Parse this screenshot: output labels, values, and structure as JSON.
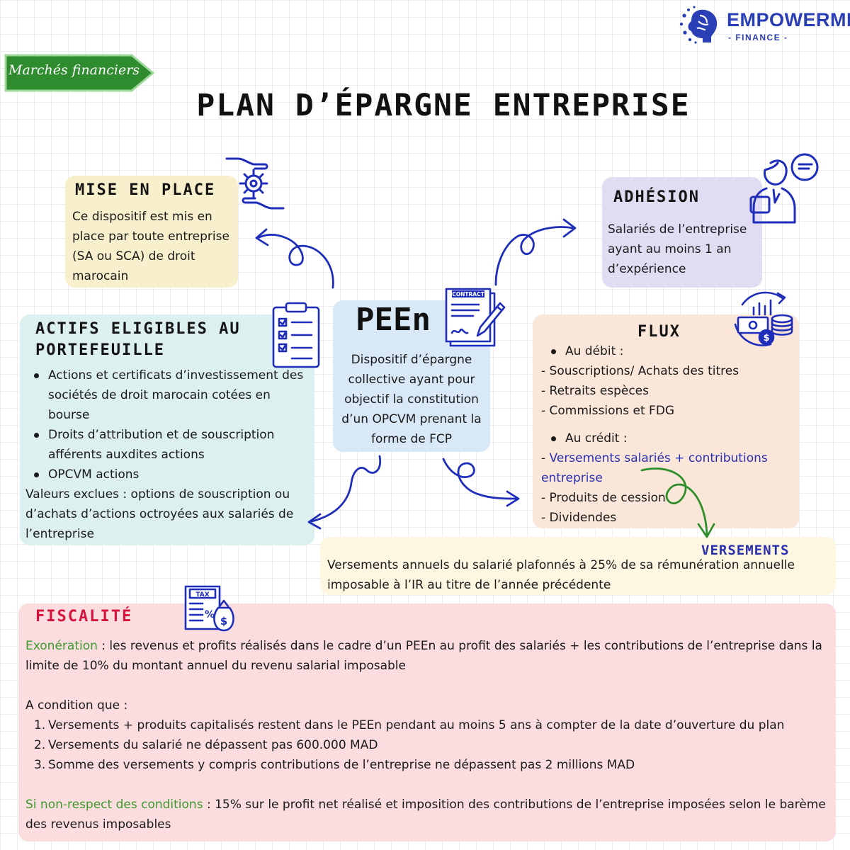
{
  "brand": {
    "name": "EMPOWERME",
    "sub": "- FINANCE -",
    "logo_icon": "brain-circuit-icon",
    "color": "#2a3fb5"
  },
  "category_tag": {
    "label": "Marchés financiers",
    "color": "#2e8b2e"
  },
  "page_title": "PLAN D’ÉPARGNE ENTREPRISE",
  "center": {
    "title": "PEEn",
    "description": "Dispositif d’épargne collective ayant pour objectif la constitution d’un OPCVM prenant la forme de FCP",
    "icon": "contract-pen-icon",
    "icon_label": "CONTRACT",
    "color": "#d9e8f7"
  },
  "mise_en_place": {
    "title": "MISE EN PLACE",
    "text": "Ce dispositif est mis en place par toute entreprise (SA ou SCA) de droit marocain",
    "icon": "hands-gear-icon",
    "color": "#f8f0cc"
  },
  "adhesion": {
    "title": "ADHÉSION",
    "text": "Salariés de l’entreprise ayant au moins 1 an d’expérience",
    "icon": "employee-chat-icon",
    "color": "#e2dcf2"
  },
  "actifs": {
    "title_line1": "ACTIFS ELIGIBLES AU",
    "title_line2": "PORTEFEUILLE",
    "items": [
      "Actions et certificats d’investissement des sociétés de droit marocain cotées en bourse",
      "Droits d’attribution et de souscription afférents auxdites actions",
      "OPCVM actions"
    ],
    "excluded": "Valeurs exclues : options de souscription ou d’achats d’actions octroyées aux salariés de l’entreprise",
    "icon": "clipboard-checklist-icon",
    "color": "#dcf0ef"
  },
  "flux": {
    "title": "FLUX",
    "debit_label": "Au débit :",
    "debit_items": [
      "- Souscriptions/ Achats des titres",
      "- Retraits espèces",
      "- Commissions et FDG"
    ],
    "credit_label": "Au crédit :",
    "credit_dash": "- ",
    "credit_highlight": "Versements salariés + contributions entreprise",
    "credit_items": [
      "- Produits de cession",
      "- Dividendes"
    ],
    "icon": "finance-growth-icon",
    "highlight_color": "#2a2fb0",
    "color": "#fbe7d9"
  },
  "versements": {
    "title": "VERSEMENTS",
    "text": "Versements annuels du salarié plafonnés à 25% de sa rémunération annuelle imposable à l’IR au titre de l’année précédente",
    "title_color": "#2a2fb0",
    "color": "#fdf6e0"
  },
  "fiscalite": {
    "title": "FISCALITÉ",
    "title_color": "#d4143c",
    "icon": "tax-document-icon",
    "icon_label": "TAX",
    "exoneration_label": "Exonération",
    "exoneration_text": " : les revenus et profits réalisés dans le cadre d’un PEEn au profit des salariés + les contributions de l’entreprise dans la limite de 10% du montant annuel du revenu salarial imposable",
    "condition_label": "A condition que :",
    "conditions": [
      {
        "n": "1.",
        "text": "Versements + produits capitalisés restent dans le PEEn pendant au moins 5 ans à compter de la date d’ouverture du plan"
      },
      {
        "n": "2.",
        "text": "Versements du salarié ne dépassent pas 600.000 MAD"
      },
      {
        "n": "3.",
        "text": "Somme des versements y compris contributions de l’entreprise ne dépassent pas 2 millions MAD"
      }
    ],
    "non_respect_label": "Si non-respect des conditions",
    "non_respect_text": " : 15% sur le profit net réalisé et imposition des contributions de l’entreprise imposées selon le barème des revenus imposables",
    "green_label_color": "#3c9a2c",
    "color": "#fbdde0"
  },
  "arrows": {
    "color": "#1f2dbb",
    "green": "#2f8f2a"
  }
}
